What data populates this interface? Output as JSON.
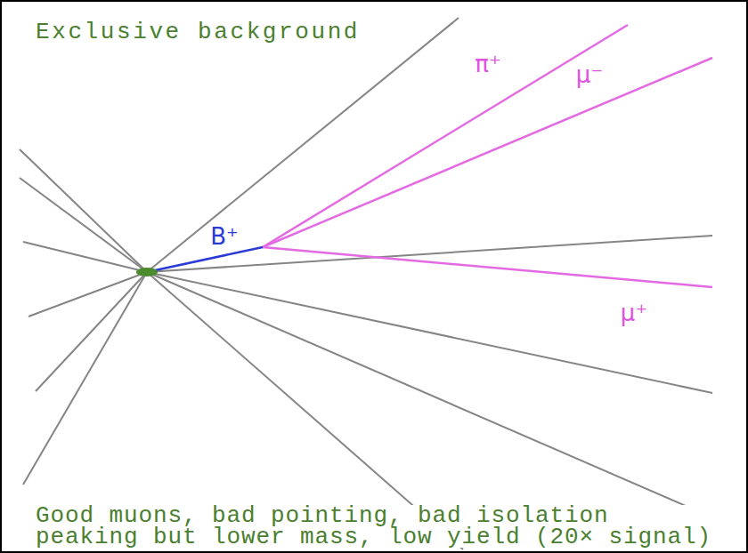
{
  "diagram": {
    "title": "Exclusive background",
    "caption": "Good muons, bad pointing, bad isolation peaking but lower mass, low yield (20× signal)",
    "labels": [
      "B⁺",
      "π⁺",
      "μ⁻",
      "μ⁺"
    ]
  }
}
